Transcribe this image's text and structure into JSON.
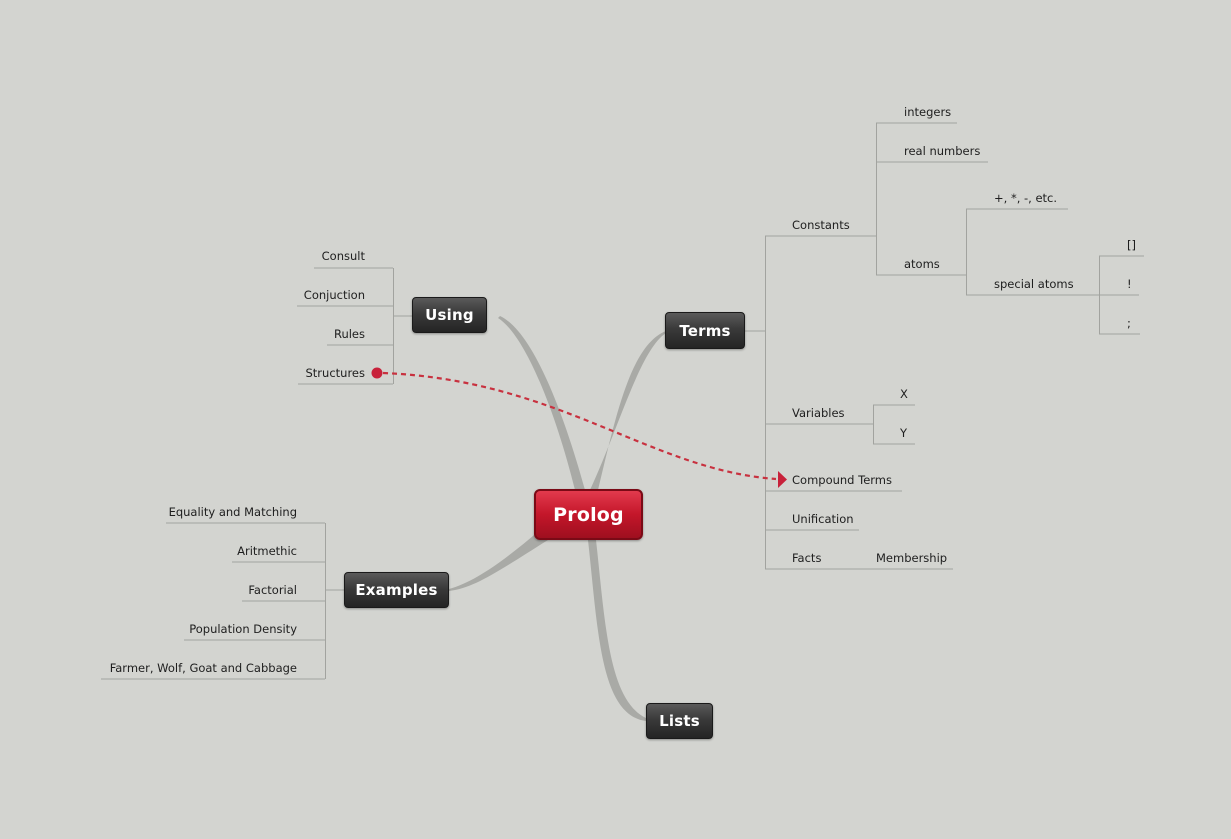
{
  "central": "Prolog",
  "main_topics": {
    "using": "Using",
    "terms": "Terms",
    "examples": "Examples",
    "lists": "Lists"
  },
  "using_items": [
    "Consult",
    "Conjuction",
    "Rules",
    "Structures"
  ],
  "example_items": [
    "Equality and Matching",
    "Aritmethic",
    "Factorial",
    "Population Density",
    "Farmer, Wolf, Goat and Cabbage"
  ],
  "terms": {
    "constants": "Constants",
    "integers": "integers",
    "real_numbers": "real numbers",
    "atoms": "atoms",
    "operators": "+, *, -, etc.",
    "special_atoms": "special atoms",
    "empty_list": "[]",
    "cut": "!",
    "semicolon": ";",
    "variables": "Variables",
    "var_x": "X",
    "var_y": "Y",
    "compound_terms": "Compound Terms",
    "unification": "Unification",
    "facts": "Facts",
    "membership": "Membership"
  },
  "colors": {
    "background": "#d3d4d0",
    "central_node": "#c4162a",
    "topic_node": "#333333",
    "relationship": "#c8313f",
    "connector": "#9a9a9a"
  }
}
